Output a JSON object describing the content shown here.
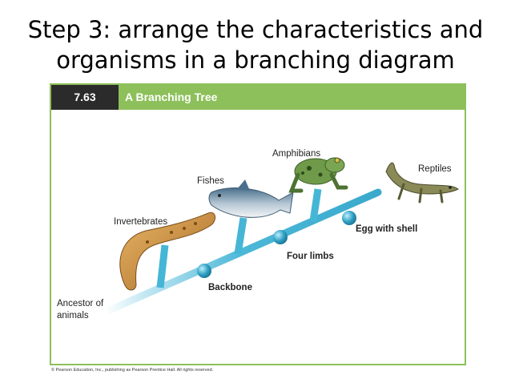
{
  "slide": {
    "title_line1": "Step 3: arrange the characteristics and",
    "title_line2": "organisms in a branching diagram"
  },
  "figure": {
    "number": "7.63",
    "title": "A Branching Tree",
    "credit": "© Pearson Education, Inc., publishing as Pearson Prentice Hall. All rights reserved."
  },
  "diagram": {
    "ancestor_line1": "Ancestor of",
    "ancestor_line2": "animals",
    "organisms": [
      "Invertebrates",
      "Fishes",
      "Amphibians",
      "Reptiles"
    ],
    "characteristics": [
      "Backbone",
      "Four limbs",
      "Egg with shell"
    ],
    "colors": {
      "header": "#8dc05a",
      "number_block": "#2b2b2b",
      "branch": "#46b6d6"
    }
  }
}
